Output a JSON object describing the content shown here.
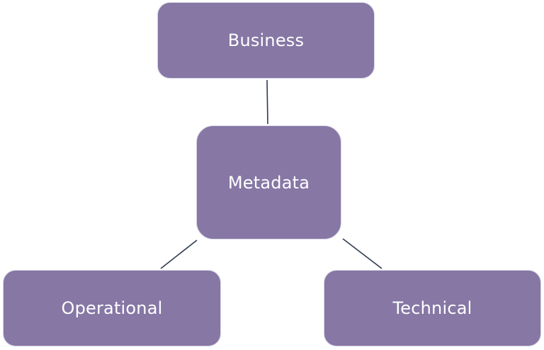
{
  "diagram": {
    "nodes": {
      "business": "Business",
      "metadata": "Metadata",
      "operational": "Operational",
      "technical": "Technical"
    },
    "edges": [
      {
        "from": "metadata",
        "to": "business"
      },
      {
        "from": "metadata",
        "to": "operational"
      },
      {
        "from": "metadata",
        "to": "technical"
      }
    ],
    "colors": {
      "node_fill": "#8677a5",
      "node_border": "#d9d6e6",
      "node_text": "#ffffff",
      "connector": "#2f3b52"
    }
  }
}
